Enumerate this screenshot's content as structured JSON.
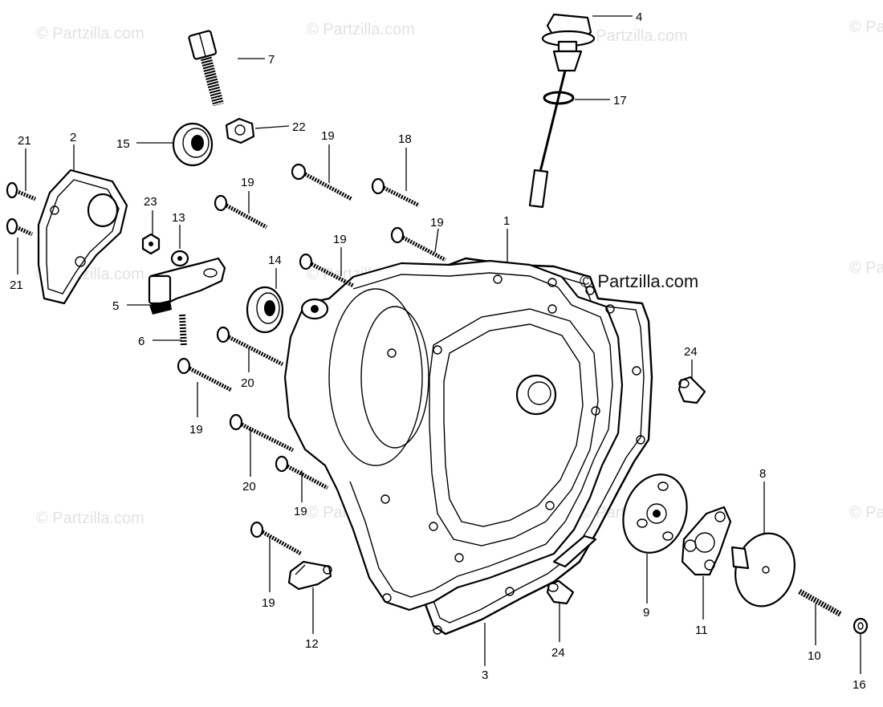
{
  "watermark": {
    "text": "© Partzilla.com"
  },
  "callouts": [
    {
      "id": "c4",
      "label": "4"
    },
    {
      "id": "c7",
      "label": "7"
    },
    {
      "id": "c17",
      "label": "17"
    },
    {
      "id": "c22",
      "label": "22"
    },
    {
      "id": "c15",
      "label": "15"
    },
    {
      "id": "c21a",
      "label": "21"
    },
    {
      "id": "c2",
      "label": "2"
    },
    {
      "id": "c19a",
      "label": "19"
    },
    {
      "id": "c18",
      "label": "18"
    },
    {
      "id": "c19b",
      "label": "19"
    },
    {
      "id": "c23",
      "label": "23"
    },
    {
      "id": "c13",
      "label": "13"
    },
    {
      "id": "c1",
      "label": "1"
    },
    {
      "id": "c19c",
      "label": "19"
    },
    {
      "id": "c19d",
      "label": "19"
    },
    {
      "id": "c14",
      "label": "14"
    },
    {
      "id": "c21b",
      "label": "21"
    },
    {
      "id": "c5",
      "label": "5"
    },
    {
      "id": "c6",
      "label": "6"
    },
    {
      "id": "c24a",
      "label": "24"
    },
    {
      "id": "c20a",
      "label": "20"
    },
    {
      "id": "c19e",
      "label": "19"
    },
    {
      "id": "c20b",
      "label": "20"
    },
    {
      "id": "c19f",
      "label": "19"
    },
    {
      "id": "c8",
      "label": "8"
    },
    {
      "id": "c19g",
      "label": "19"
    },
    {
      "id": "c9",
      "label": "9"
    },
    {
      "id": "c11",
      "label": "11"
    },
    {
      "id": "c12",
      "label": "12"
    },
    {
      "id": "c24b",
      "label": "24"
    },
    {
      "id": "c10",
      "label": "10"
    },
    {
      "id": "c3",
      "label": "3"
    },
    {
      "id": "c16",
      "label": "16"
    }
  ]
}
